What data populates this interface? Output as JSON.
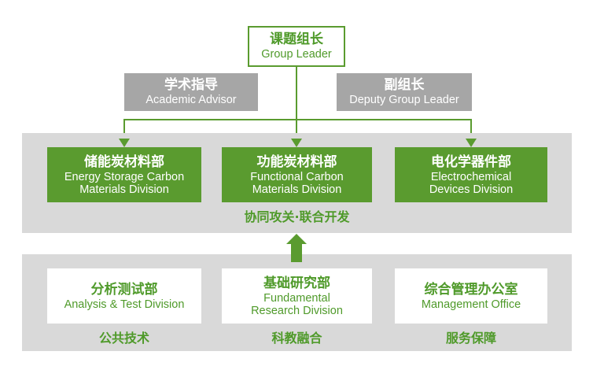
{
  "colors": {
    "green": "#5a9b2f",
    "green_text": "#4f9a2a",
    "gray_box": "#a6a6a6",
    "panel": "#d9d9d9"
  },
  "leader": {
    "cn": "课题组长",
    "en": "Group Leader"
  },
  "advisor": {
    "cn": "学术指导",
    "en": "Academic Advisor"
  },
  "deputy": {
    "cn": "副组长",
    "en": "Deputy Group Leader"
  },
  "divisions": [
    {
      "cn": "储能炭材料部",
      "en1": "Energy Storage Carbon",
      "en2": "Materials Division"
    },
    {
      "cn": "功能炭材料部",
      "en1": "Functional Carbon",
      "en2": "Materials Division"
    },
    {
      "cn": "电化学器件部",
      "en1": "Electrochemical",
      "en2": "Devices Division"
    }
  ],
  "collab_label": "协同攻关·联合开发",
  "support_units": [
    {
      "cn": "分析测试部",
      "en1": "Analysis & Test Division",
      "en2": ""
    },
    {
      "cn": "基础研究部",
      "en1": "Fundamental",
      "en2": "Research Division"
    },
    {
      "cn": "综合管理办公室",
      "en1": "Management Office",
      "en2": ""
    }
  ],
  "support_captions": [
    "公共技术",
    "科教融合",
    "服务保障"
  ]
}
